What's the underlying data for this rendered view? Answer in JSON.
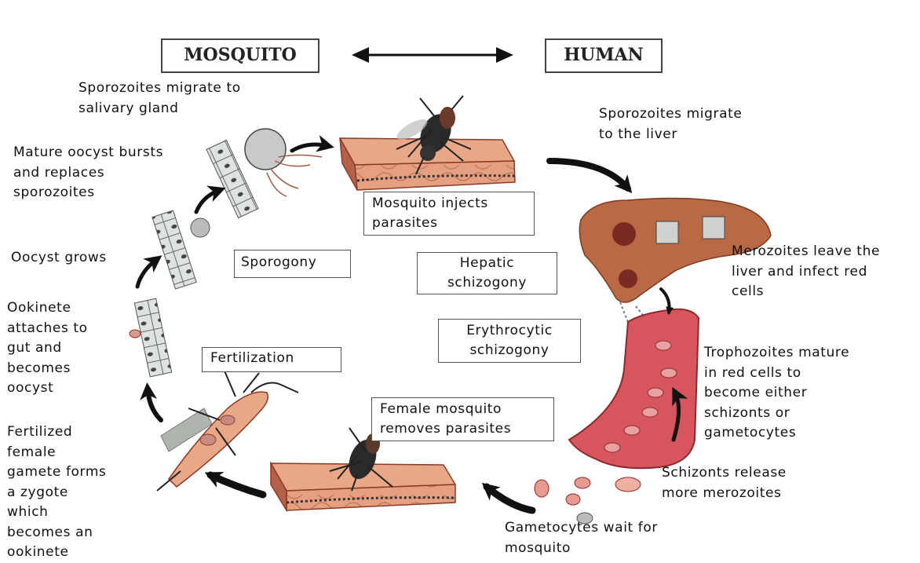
{
  "header": {
    "left_label": "MOSQUITO",
    "right_label": "HUMAN"
  },
  "labels": {
    "sporozoites_salivary": "Sporozoites migrate to\nsalivary gland",
    "sporozoites_liver": "Sporozoites migrate\nto the liver",
    "mature_oocyst": "Mature oocyst bursts\nand replaces\nsporozoites",
    "mosquito_injects": "Mosquito injects\nparasites",
    "sporogony": "Sporogony",
    "hepatic": "Hepatic\nschizogony",
    "oocyst_grows": "Oocyst grows",
    "merozoites_leave": "Merozoites leave the\nliver and infect red\ncells",
    "ookinete": "Ookinete\nattaches to\ngut and\nbecomes\noocyst",
    "erythrocytic": "Erythrocytic\nschizogony",
    "fertilization": "Fertilization",
    "trophozoites": "Trophozoites mature\nin red cells to\nbecome either\nschizonts or\ngametocytes",
    "female_mosquito": "Female mosquito\nremoves parasites",
    "fertilized_female": "Fertilized\nfemale\ngamete forms\na zygote\nwhich\nbecomes an\nookinete",
    "schizonts_release": "Schizonts release\nmore merozoites",
    "gametocytes_wait": "Gametocytes wait for\nmosquito"
  },
  "colors": {
    "tissue": "#d98a6a",
    "tissue_dark": "#8a3b25",
    "liver": "#b5643c",
    "vessel": "#c7424a",
    "cell_gray": "#cfd3cf",
    "arrow": "#111111"
  }
}
